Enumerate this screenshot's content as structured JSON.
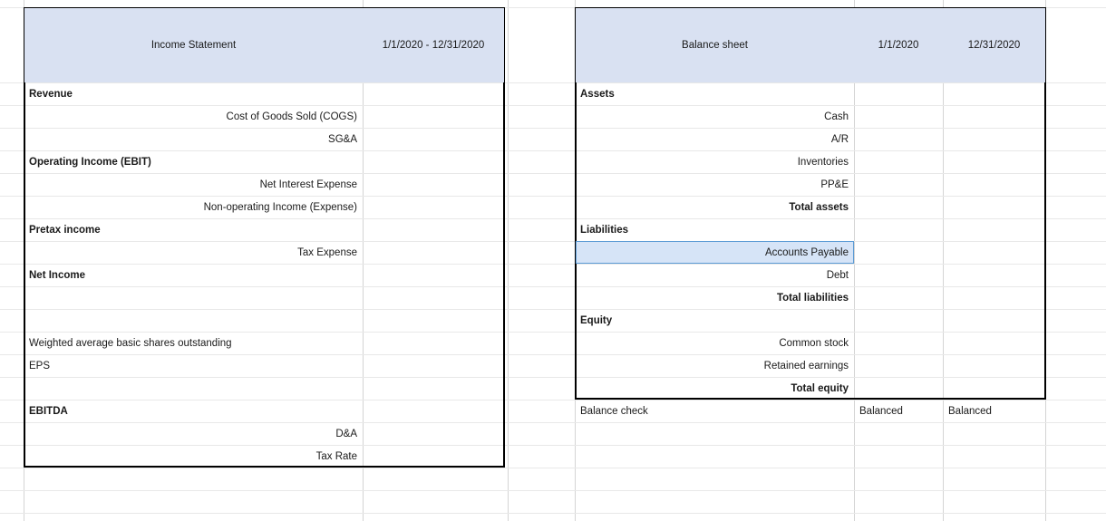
{
  "app": {
    "type": "spreadsheet",
    "colors": {
      "header_fill": "#d9e1f2",
      "selection_fill": "#d6e4f7",
      "selection_border": "#5b9bd5",
      "box_border": "#000000",
      "gridline": "#d4d4d4"
    }
  },
  "income_statement": {
    "title": "Income Statement",
    "period_header": "1/1/2020 - 12/31/2020",
    "rows": [
      {
        "label": "Revenue",
        "bold": true,
        "indent": false,
        "value": ""
      },
      {
        "label": "Cost of Goods Sold (COGS)",
        "bold": false,
        "indent": true,
        "value": ""
      },
      {
        "label": "SG&A",
        "bold": false,
        "indent": true,
        "value": ""
      },
      {
        "label": "Operating Income (EBIT)",
        "bold": true,
        "indent": false,
        "value": ""
      },
      {
        "label": "Net Interest Expense",
        "bold": false,
        "indent": true,
        "value": ""
      },
      {
        "label": "Non-operating Income (Expense)",
        "bold": false,
        "indent": true,
        "value": ""
      },
      {
        "label": "Pretax income",
        "bold": true,
        "indent": false,
        "value": ""
      },
      {
        "label": "Tax Expense",
        "bold": false,
        "indent": true,
        "value": ""
      },
      {
        "label": "Net Income",
        "bold": true,
        "indent": false,
        "value": ""
      },
      {
        "label": "",
        "bold": false,
        "indent": false,
        "value": ""
      },
      {
        "label": "",
        "bold": false,
        "indent": false,
        "value": ""
      },
      {
        "label": "Weighted average basic shares outstanding",
        "bold": false,
        "indent": false,
        "value": ""
      },
      {
        "label": "EPS",
        "bold": false,
        "indent": false,
        "value": ""
      },
      {
        "label": "",
        "bold": false,
        "indent": false,
        "value": ""
      },
      {
        "label": "EBITDA",
        "bold": true,
        "indent": false,
        "value": ""
      },
      {
        "label": "D&A",
        "bold": false,
        "indent": true,
        "value": ""
      },
      {
        "label": "Tax Rate",
        "bold": false,
        "indent": true,
        "value": ""
      }
    ]
  },
  "balance_sheet": {
    "title": "Balance sheet",
    "col_headers": [
      "1/1/2020",
      "12/31/2020"
    ],
    "rows": [
      {
        "label": "Assets",
        "bold": true,
        "indent": false,
        "v1": "",
        "v2": ""
      },
      {
        "label": "Cash",
        "bold": false,
        "indent": true,
        "v1": "",
        "v2": ""
      },
      {
        "label": "A/R",
        "bold": false,
        "indent": true,
        "v1": "",
        "v2": ""
      },
      {
        "label": "Inventories",
        "bold": false,
        "indent": true,
        "v1": "",
        "v2": ""
      },
      {
        "label": "PP&E",
        "bold": false,
        "indent": true,
        "v1": "",
        "v2": ""
      },
      {
        "label": "Total assets",
        "bold": true,
        "indent": true,
        "v1": "",
        "v2": ""
      },
      {
        "label": "Liabilities",
        "bold": true,
        "indent": false,
        "v1": "",
        "v2": ""
      },
      {
        "label": "Accounts Payable",
        "bold": false,
        "indent": true,
        "v1": "",
        "v2": "",
        "selected": true
      },
      {
        "label": "Debt",
        "bold": false,
        "indent": true,
        "v1": "",
        "v2": ""
      },
      {
        "label": "Total liabilities",
        "bold": true,
        "indent": true,
        "v1": "",
        "v2": ""
      },
      {
        "label": "Equity",
        "bold": true,
        "indent": false,
        "v1": "",
        "v2": ""
      },
      {
        "label": "Common stock",
        "bold": false,
        "indent": true,
        "v1": "",
        "v2": ""
      },
      {
        "label": "Retained earnings",
        "bold": false,
        "indent": true,
        "v1": "",
        "v2": ""
      },
      {
        "label": "Total equity",
        "bold": true,
        "indent": true,
        "v1": "",
        "v2": ""
      }
    ],
    "balance_check": {
      "label": "Balance check",
      "v1": "Balanced",
      "v2": "Balanced"
    }
  }
}
